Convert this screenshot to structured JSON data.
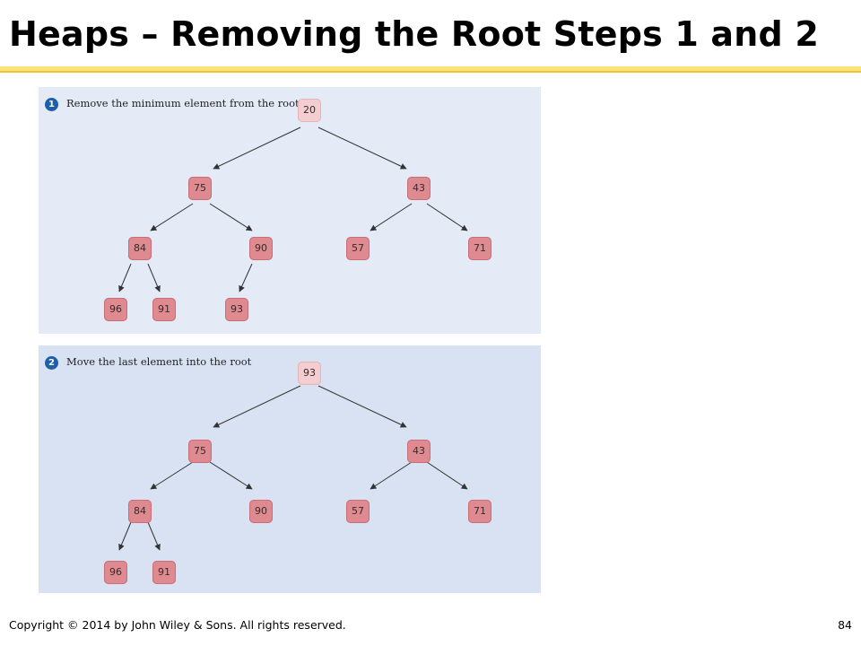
{
  "slide": {
    "title": "Heaps – Removing the Root Steps 1 and 2"
  },
  "panels": [
    {
      "step": "1",
      "caption": "Remove the minimum element from the root",
      "nodes": {
        "root": "20",
        "l": "75",
        "r": "43",
        "ll": "84",
        "lr": "90",
        "rl": "57",
        "rr": "71",
        "lll": "96",
        "llr": "91",
        "lrl": "93"
      }
    },
    {
      "step": "2",
      "caption": "Move the last element into the root",
      "nodes": {
        "root": "93",
        "l": "75",
        "r": "43",
        "ll": "84",
        "lr": "90",
        "rl": "57",
        "rr": "71",
        "lll": "96",
        "llr": "91"
      }
    }
  ],
  "footer": {
    "copyright": "Copyright © 2014 by John Wiley & Sons.  All rights reserved.",
    "page_number": "84"
  },
  "colors": {
    "node_fill": "#de8a90",
    "root_fill": "#f4cdd0",
    "panel_bg": "#e5eaf7",
    "title_rule": "#f4c22b"
  }
}
